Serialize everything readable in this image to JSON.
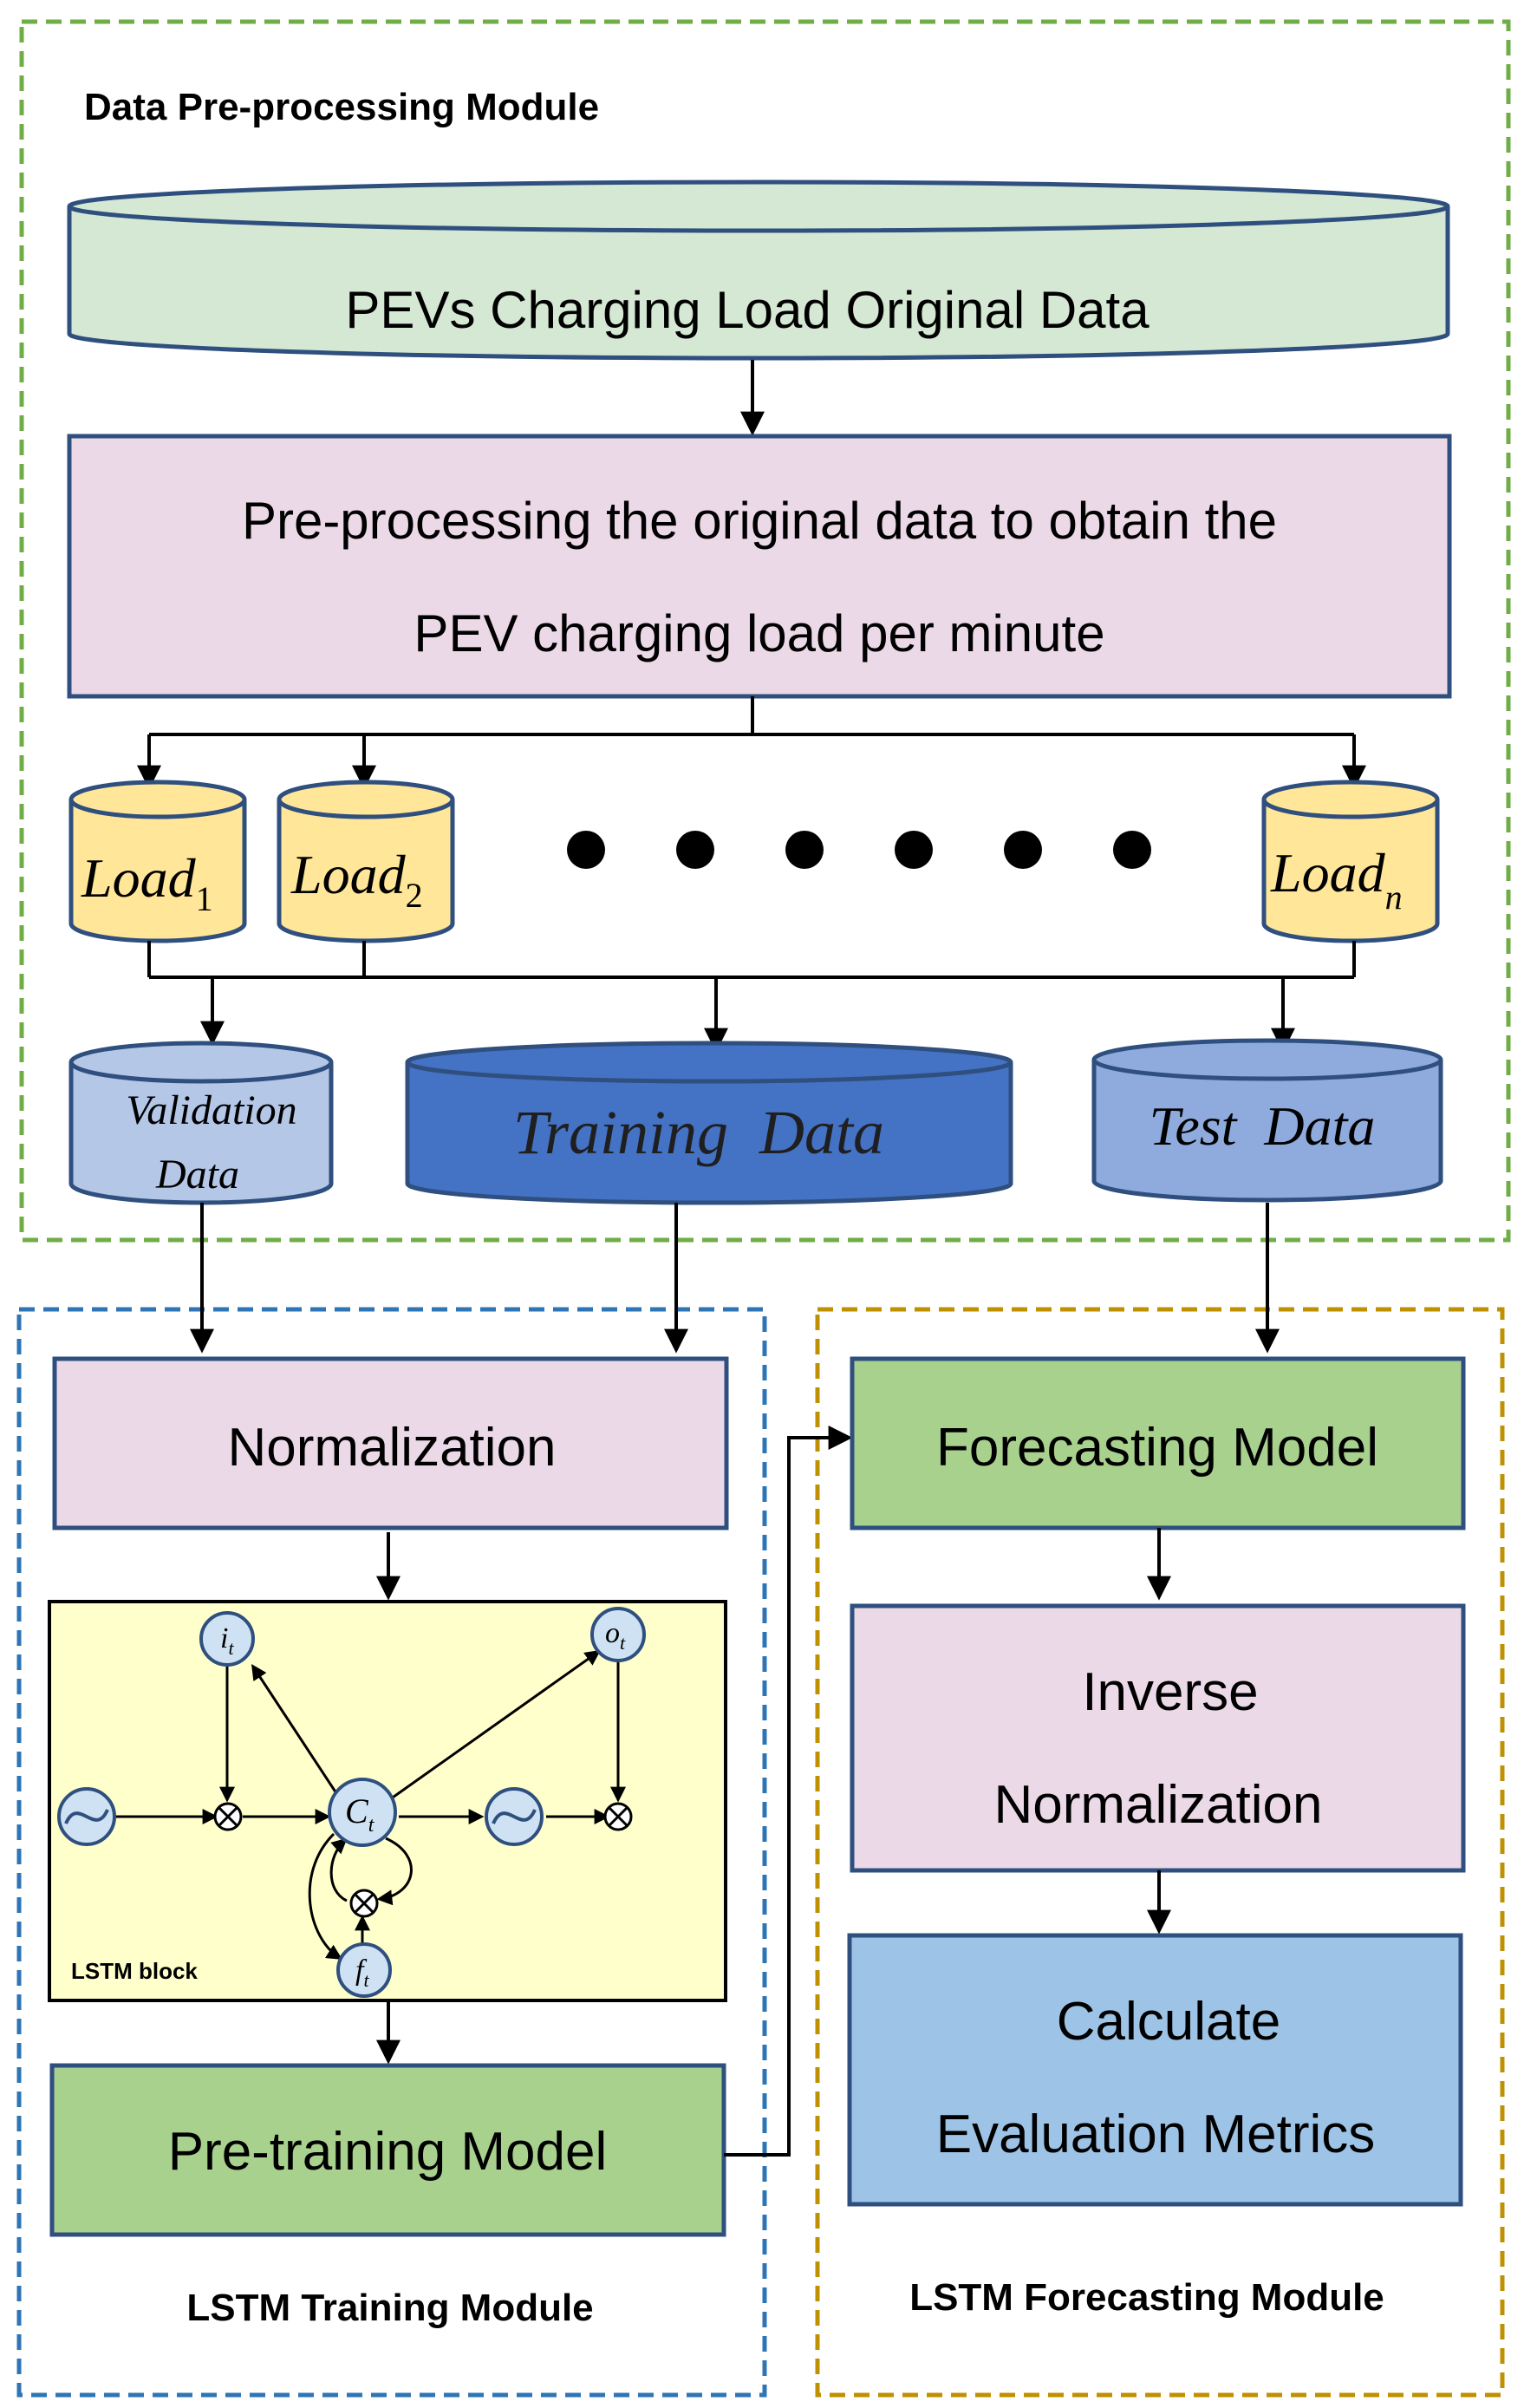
{
  "modules": {
    "preprocessing": {
      "title": "Data Pre-processing Module",
      "color": "#70ad47"
    },
    "training": {
      "title": "LSTM Training Module",
      "color": "#2e75b6"
    },
    "forecasting": {
      "title": "LSTM Forecasting Module",
      "color": "#bf9000"
    }
  },
  "nodes": {
    "original_data": "PEVs Charging Load Original Data",
    "preprocess_line1": "Pre-processing the original data to obtain the",
    "preprocess_line2": "PEV charging load per minute",
    "load_label": "Load",
    "load1_sub": "1",
    "load2_sub": "2",
    "loadn_sub": "n",
    "validation_line1": "Validation",
    "validation_line2": "Data",
    "training_data": "Training  Data",
    "test_data": "Test  Data",
    "normalization": "Normalization",
    "pretraining_model": "Pre-training Model",
    "forecasting_model": "Forecasting Model",
    "inverse_line1": "Inverse",
    "inverse_line2": "Normalization",
    "metrics_line1": "Calculate",
    "metrics_line2": "Evaluation Metrics"
  },
  "lstm": {
    "block_label": "LSTM block",
    "input_gate": "i",
    "output_gate": "o",
    "cell": "C",
    "forget_gate": "f",
    "subscript": "t"
  },
  "colors": {
    "green_cylinder": "#d5e8d4",
    "pink_box": "#ecd9e8",
    "yellow_cylinder": "#ffe699",
    "light_blue_cylinder": "#b4c7e7",
    "dark_blue_cylinder": "#4472c4",
    "mid_blue_cylinder": "#8faadc",
    "green_box": "#a9d18e",
    "blue_box": "#9dc3e6",
    "lstm_bg": "#ffffcc",
    "gate_fill": "#cfe2f3",
    "stroke": "#2f4f7f"
  }
}
